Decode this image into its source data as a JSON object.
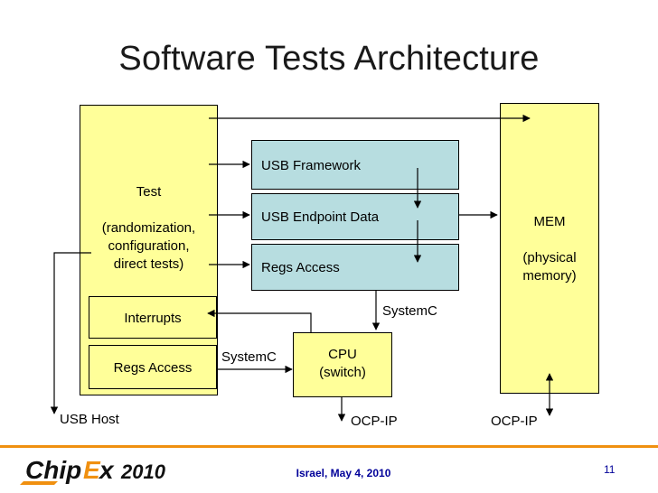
{
  "title": "Software Tests Architecture",
  "blocks": {
    "test": [
      "Test",
      "",
      "(randomization,",
      "configuration,",
      "direct tests)"
    ],
    "interrupts": "Interrupts",
    "regs_access_left": "Regs Access",
    "usb_framework": "USB Framework",
    "usb_endpoint_data": "USB Endpoint Data",
    "regs_access_center": "Regs Access",
    "cpu": [
      "CPU",
      "(switch)"
    ],
    "mem": [
      "MEM",
      "",
      "(physical",
      "memory)"
    ]
  },
  "labels": {
    "systemc_right": "SystemC",
    "systemc_left": "SystemC",
    "usb_host": "USB Host",
    "ocp_ip_cpu": "OCP-IP",
    "ocp_ip_mem": "OCP-IP"
  },
  "footer": {
    "logo_text": "ChipEx2010",
    "event": "Israel, May 4, 2010",
    "page_number": "11"
  },
  "colors": {
    "yellow_block": "#ffff99",
    "blue_block": "#b7dde0",
    "footer_accent": "#f09010",
    "footer_text": "#000099"
  }
}
